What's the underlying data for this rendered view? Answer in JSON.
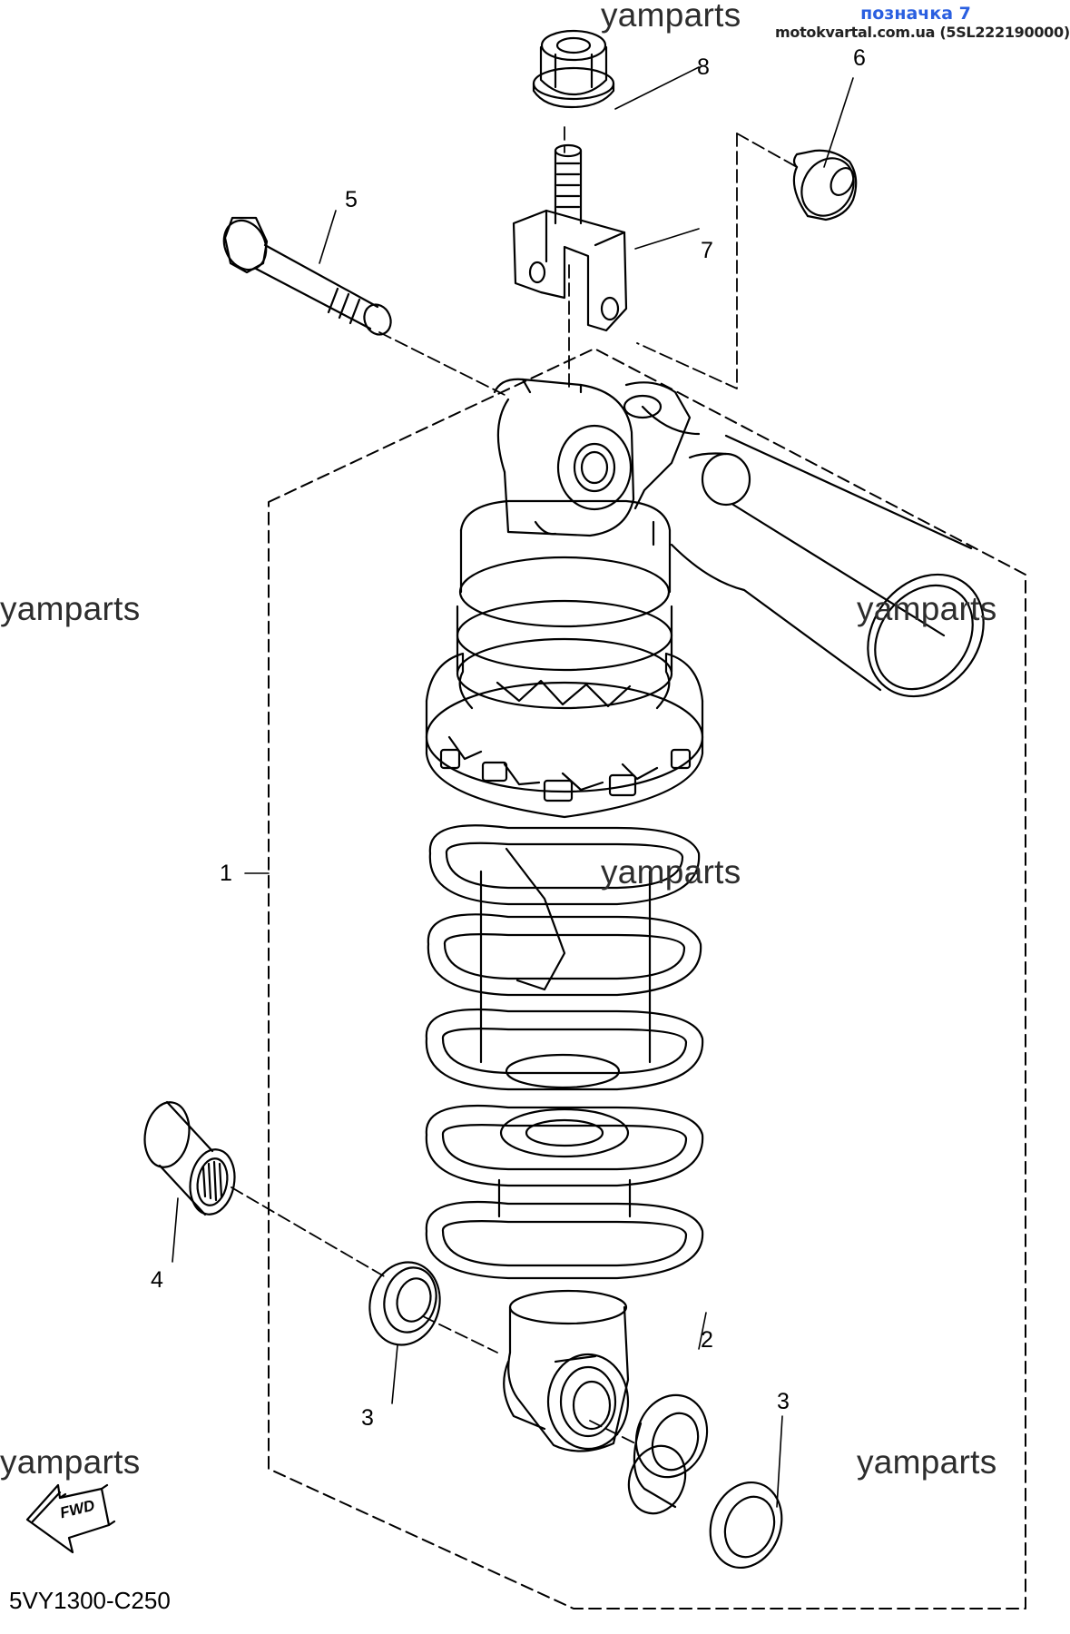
{
  "header": {
    "ua_label": "позначка 7",
    "site_label": "motokvartal.com.ua (5SL222190000)"
  },
  "watermarks": [
    "yamparts",
    "yamparts",
    "yamparts",
    "yamparts",
    "yamparts",
    "yamparts"
  ],
  "callouts": {
    "c1": "1",
    "c2": "2",
    "c3a": "3",
    "c3b": "3",
    "c4": "4",
    "c5": "5",
    "c6": "6",
    "c7": "7",
    "c8": "8"
  },
  "fwd_label": "FWD",
  "diagram_code": "5VY1300-C250",
  "colors": {
    "header_accent": "#2a5fe0",
    "line": "#000000"
  }
}
